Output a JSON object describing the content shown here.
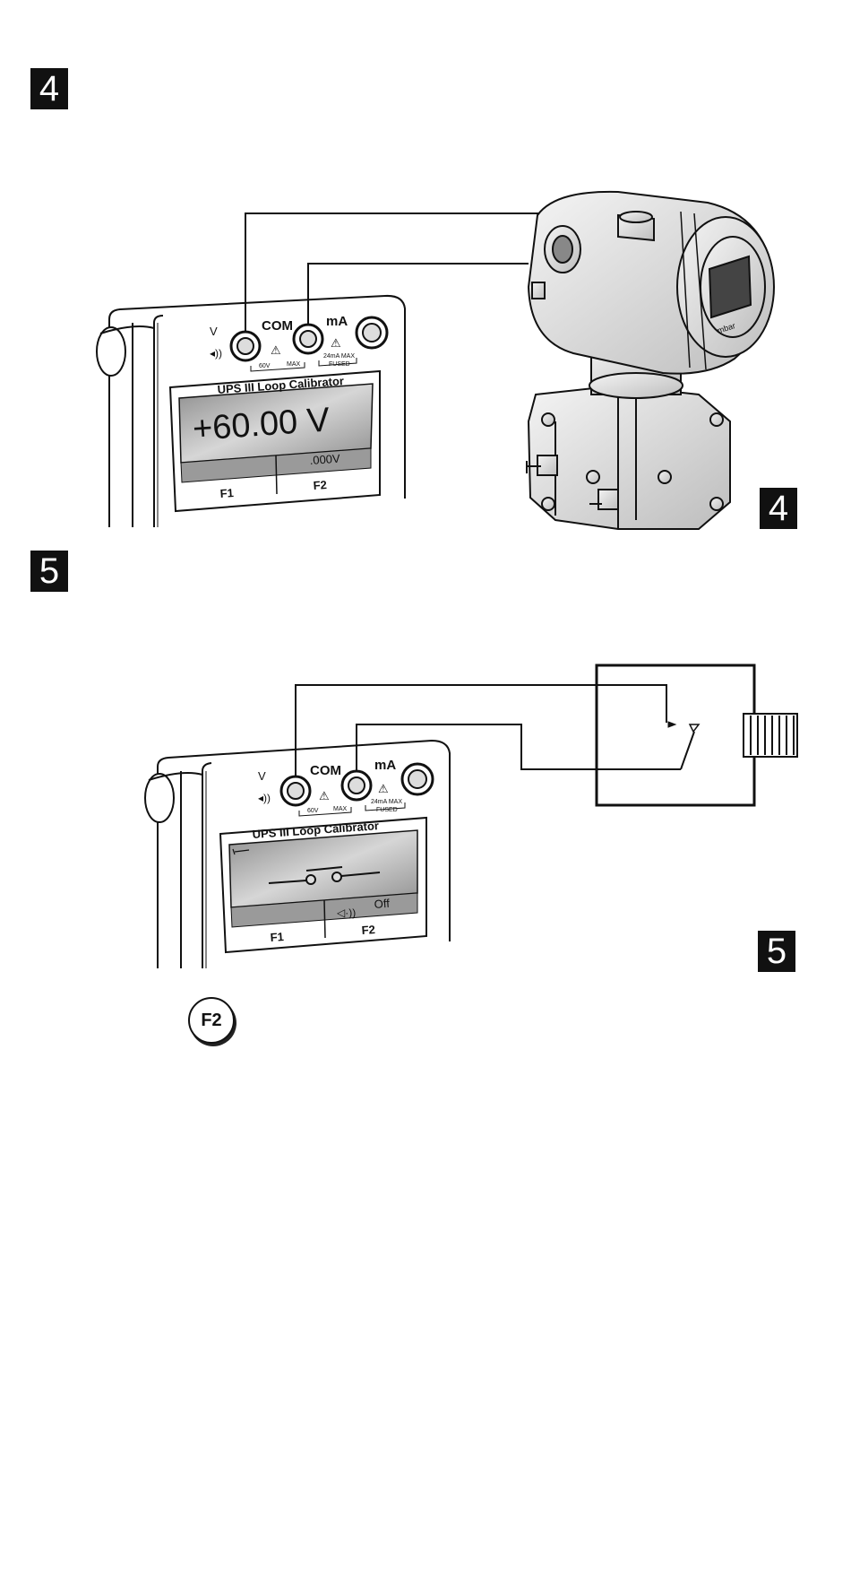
{
  "steps": {
    "step4": "4",
    "step5": "5"
  },
  "calibrator": {
    "title": "UPS III  Loop Calibrator",
    "jack_v": "V",
    "jack_com": "COM",
    "jack_ma": "mA",
    "rating_v": "60V",
    "rating_max": "MAX",
    "rating_ma": "24mA MAX",
    "rating_fused": "FUSED",
    "softkey_f1": "F1",
    "softkey_f2": "F2"
  },
  "figure4": {
    "reading": "+60.00 V",
    "sub_reading": ".000V",
    "transmitter_brand": "mbar"
  },
  "figure5": {
    "f2_status": "Off"
  },
  "key_label": "F2"
}
